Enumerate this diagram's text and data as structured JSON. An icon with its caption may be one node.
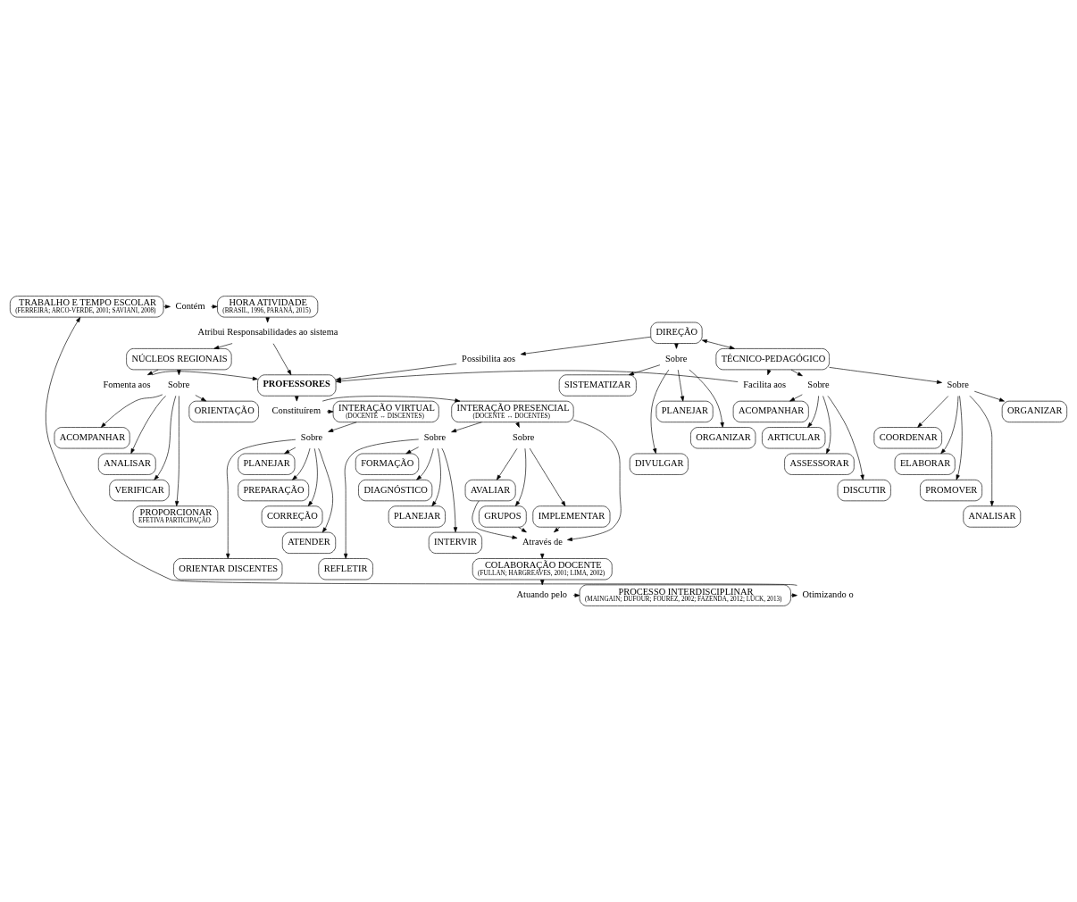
{
  "diagram": {
    "nodes": [
      {
        "text": [
          "TRABALHO E TEMPO ESCOLAR",
          "(FERREIRA; ARCO-VERDE, 2001; SAVIANI, 2008)"
        ]
      },
      {
        "text": [
          "Contém"
        ]
      },
      {
        "text": [
          "HORA ATIVIDADE",
          "(BRASIL, 1996, PARANÁ, 2015)"
        ]
      },
      {
        "text": [
          "Atribui Responsabilidades ao sistema"
        ]
      },
      {
        "text": [
          "NÚCLEOS REGIONAIS"
        ]
      },
      {
        "text": [
          "Sobre"
        ]
      },
      {
        "text": [
          "ORIENTAÇÃO"
        ]
      },
      {
        "text": [
          "ACOMPANHAR"
        ]
      },
      {
        "text": [
          "ANALISAR"
        ]
      },
      {
        "text": [
          "VERIFICAR"
        ]
      },
      {
        "text": [
          "PROPORCIONAR",
          "EFETIVA PARTICIPAÇÃO"
        ]
      },
      {
        "text": [
          "DIREÇÃO"
        ]
      },
      {
        "text": [
          "Sobre"
        ]
      },
      {
        "text": [
          "SISTEMATIZAR"
        ]
      },
      {
        "text": [
          "PLANEJAR"
        ]
      },
      {
        "text": [
          "ORGANIZAR"
        ]
      },
      {
        "text": [
          "DIVULGAR"
        ]
      },
      {
        "text": [
          "TÉCNICO-PEDAGÓGICO"
        ]
      },
      {
        "text": [
          "Sobre"
        ]
      },
      {
        "text": [
          "ORGANIZAR"
        ]
      },
      {
        "text": [
          "COORDENAR"
        ]
      },
      {
        "text": [
          "ELABORAR"
        ]
      },
      {
        "text": [
          "PROMOVER"
        ]
      },
      {
        "text": [
          "ANALISAR"
        ]
      },
      {
        "text": [
          "Sobre"
        ]
      },
      {
        "text": [
          "ACOMPANHAR"
        ]
      },
      {
        "text": [
          "ARTICULAR"
        ]
      },
      {
        "text": [
          "ASSESSORAR"
        ]
      },
      {
        "text": [
          "DISCUTIR"
        ]
      },
      {
        "text": [
          "Possibilita aos"
        ]
      },
      {
        "text": [
          "Fomenta aos"
        ]
      },
      {
        "text": [
          "PROFESSORES"
        ]
      },
      {
        "text": [
          "Facilita aos"
        ]
      },
      {
        "text": [
          "Constituírem"
        ]
      },
      {
        "text": [
          "INTERAÇÃO PRESENCIAL",
          "(DOCENTE ↔ DOCENTES)"
        ]
      },
      {
        "text": [
          "INTERAÇÃO VIRTUAL",
          "(DOCENTE ↔ DISCENTES)"
        ]
      },
      {
        "text": [
          "Sobre"
        ]
      },
      {
        "text": [
          "FORMAÇÃO"
        ]
      },
      {
        "text": [
          "DIAGNÓSTICO"
        ]
      },
      {
        "text": [
          "PLANEJAR"
        ]
      },
      {
        "text": [
          "INTERVIR"
        ]
      },
      {
        "text": [
          "REFLETIR"
        ]
      },
      {
        "text": [
          "Sobre"
        ]
      },
      {
        "text": [
          "IMPLEMENTAR"
        ]
      },
      {
        "text": [
          "AVALIAR"
        ]
      },
      {
        "text": [
          "GRUPOS"
        ]
      },
      {
        "text": [
          "Através de"
        ]
      },
      {
        "text": [
          "COLABORAÇÃO DOCENTE",
          "(FULLAN; HARGREAVES, 2001; LIMA, 2002)"
        ]
      },
      {
        "text": [
          "Atuando pelo"
        ]
      },
      {
        "text": [
          "PROCESSO INTERDISCIPLINAR",
          "(MAINGAIN; DUFOUR; FOUREZ, 2002; FAZENDA, 2012; LÜCK, 2013)"
        ]
      },
      {
        "text": [
          "Otimizando o"
        ]
      },
      {
        "text": [
          "Sobre"
        ]
      },
      {
        "text": [
          "PLANEJAR"
        ]
      },
      {
        "text": [
          "PREPARAÇÃO"
        ]
      },
      {
        "text": [
          "CORREÇÃO"
        ]
      },
      {
        "text": [
          "ATENDER"
        ]
      },
      {
        "text": [
          "ORIENTAR DISCENTES"
        ]
      }
    ],
    "edges": [
      {
        "from": 0,
        "to": 1,
        "arrow": "to"
      },
      {
        "from": 1,
        "to": 2,
        "arrow": "to"
      },
      {
        "from": 2,
        "to": 3,
        "arrow": "to"
      },
      {
        "from": 3,
        "to": 4,
        "arrow": "to"
      },
      {
        "from": 3,
        "to": 31,
        "arrow": "to"
      },
      {
        "from": 11,
        "to": 17,
        "arrow": "both"
      },
      {
        "from": 4,
        "to": 5,
        "arrow": "to"
      },
      {
        "from": 5,
        "to": 6,
        "arrow": "to"
      },
      {
        "from": 5,
        "to": 7,
        "arrow": "to"
      },
      {
        "from": 5,
        "to": 8,
        "arrow": "to"
      },
      {
        "from": 5,
        "to": 9,
        "arrow": "to"
      },
      {
        "from": 5,
        "to": 10,
        "arrow": "to"
      },
      {
        "from": 4,
        "to": 30,
        "arrow": "to"
      },
      {
        "from": 11,
        "to": 12,
        "arrow": "to"
      },
      {
        "from": 12,
        "to": 13,
        "arrow": "to"
      },
      {
        "from": 12,
        "to": 14,
        "arrow": "to"
      },
      {
        "from": 12,
        "to": 15,
        "arrow": "to"
      },
      {
        "from": 12,
        "to": 16,
        "arrow": "to"
      },
      {
        "from": 11,
        "to": 29,
        "arrow": "to"
      },
      {
        "from": 17,
        "to": 18,
        "arrow": "to"
      },
      {
        "from": 18,
        "to": 19,
        "arrow": "to"
      },
      {
        "from": 18,
        "to": 20,
        "arrow": "to"
      },
      {
        "from": 18,
        "to": 21,
        "arrow": "to"
      },
      {
        "from": 18,
        "to": 22,
        "arrow": "to"
      },
      {
        "from": 18,
        "to": 23,
        "arrow": "to"
      },
      {
        "from": 17,
        "to": 24,
        "arrow": "to"
      },
      {
        "from": 24,
        "to": 25,
        "arrow": "to"
      },
      {
        "from": 24,
        "to": 26,
        "arrow": "to"
      },
      {
        "from": 24,
        "to": 27,
        "arrow": "to"
      },
      {
        "from": 24,
        "to": 28,
        "arrow": "to"
      },
      {
        "from": 17,
        "to": 32,
        "arrow": "to"
      },
      {
        "from": 29,
        "to": 31,
        "arrow": "to"
      },
      {
        "from": 30,
        "to": 31,
        "arrow": "to"
      },
      {
        "from": 32,
        "to": 31,
        "arrow": "to"
      },
      {
        "from": 31,
        "to": 33,
        "arrow": "to"
      },
      {
        "from": 33,
        "to": 34,
        "arrow": "to"
      },
      {
        "from": 33,
        "to": 35,
        "arrow": "to"
      },
      {
        "from": 34,
        "to": 36,
        "arrow": "to"
      },
      {
        "from": 36,
        "to": 37,
        "arrow": "to"
      },
      {
        "from": 36,
        "to": 38,
        "arrow": "to"
      },
      {
        "from": 36,
        "to": 39,
        "arrow": "to"
      },
      {
        "from": 36,
        "to": 40,
        "arrow": "to"
      },
      {
        "from": 36,
        "to": 41,
        "arrow": "to"
      },
      {
        "from": 34,
        "to": 42,
        "arrow": "to"
      },
      {
        "from": 42,
        "to": 43,
        "arrow": "to"
      },
      {
        "from": 42,
        "to": 44,
        "arrow": "to"
      },
      {
        "from": 42,
        "to": 45,
        "arrow": "to"
      },
      {
        "from": 34,
        "to": 46,
        "arrow": "to"
      },
      {
        "from": 43,
        "to": 46,
        "arrow": "to"
      },
      {
        "from": 44,
        "to": 46,
        "arrow": "to"
      },
      {
        "from": 45,
        "to": 46,
        "arrow": "to"
      },
      {
        "from": 46,
        "to": 47,
        "arrow": "to"
      },
      {
        "from": 47,
        "to": 48,
        "arrow": "to"
      },
      {
        "from": 48,
        "to": 49,
        "arrow": "to"
      },
      {
        "from": 49,
        "to": 50,
        "arrow": "to"
      },
      {
        "from": 50,
        "to": 0,
        "arrow": "to"
      },
      {
        "from": 35,
        "to": 51,
        "arrow": "to"
      },
      {
        "from": 51,
        "to": 52,
        "arrow": "to"
      },
      {
        "from": 51,
        "to": 53,
        "arrow": "to"
      },
      {
        "from": 51,
        "to": 54,
        "arrow": "to"
      },
      {
        "from": 51,
        "to": 55,
        "arrow": "to"
      },
      {
        "from": 51,
        "to": 56,
        "arrow": "to"
      }
    ]
  }
}
